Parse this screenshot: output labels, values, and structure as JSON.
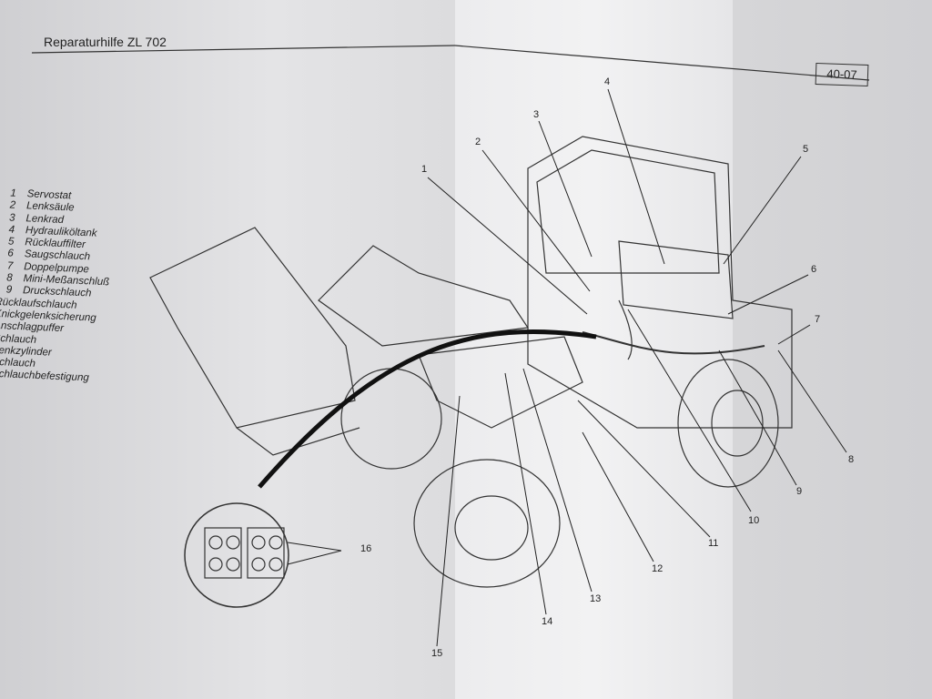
{
  "header": {
    "title": "Reparaturhilfe ZL 702",
    "page_number": "40-07"
  },
  "legend": [
    {
      "num": "1",
      "label": "Servostat"
    },
    {
      "num": "2",
      "label": "Lenksäule"
    },
    {
      "num": "3",
      "label": "Lenkrad"
    },
    {
      "num": "4",
      "label": "Hydrauliköltank"
    },
    {
      "num": "5",
      "label": "Rücklauffilter"
    },
    {
      "num": "6",
      "label": "Saugschlauch"
    },
    {
      "num": "7",
      "label": "Doppelpumpe"
    },
    {
      "num": "8",
      "label": "Mini-Meßanschluß"
    },
    {
      "num": "9",
      "label": "Druckschlauch"
    },
    {
      "num": "",
      "label": "Rücklaufschlauch"
    },
    {
      "num": "",
      "label": "Knickgelenksicherung"
    },
    {
      "num": "",
      "label": "Anschlagpuffer"
    },
    {
      "num": "",
      "label": "Schlauch"
    },
    {
      "num": "",
      "label": "Lenkzylinder"
    },
    {
      "num": "",
      "label": "Schlauch"
    },
    {
      "num": "",
      "label": "Schlauchbefestigung"
    }
  ],
  "callouts": [
    "1",
    "2",
    "3",
    "4",
    "5",
    "6",
    "7",
    "8",
    "9",
    "10",
    "11",
    "12",
    "13",
    "14",
    "15",
    "16"
  ]
}
